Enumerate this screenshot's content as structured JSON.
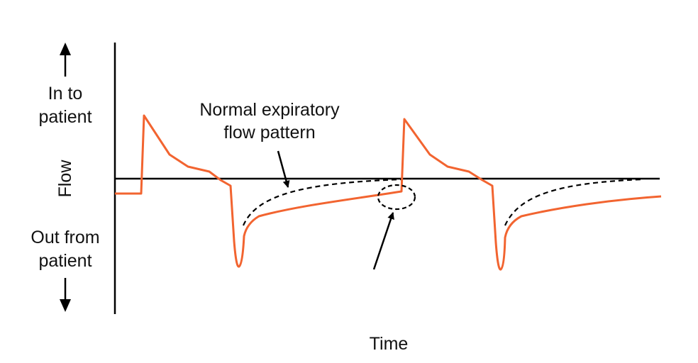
{
  "labels": {
    "in_to_patient_line1": "In to",
    "in_to_patient_line2": "patient",
    "flow": "Flow",
    "out_from_patient_line1": "Out from",
    "out_from_patient_line2": "patient",
    "normal_pattern_line1": "Normal expiratory",
    "normal_pattern_line2": "flow pattern",
    "time": "Time"
  },
  "colors": {
    "flow_curve": "#f26430",
    "axis": "#000000",
    "dashed_curve": "#000000"
  }
}
